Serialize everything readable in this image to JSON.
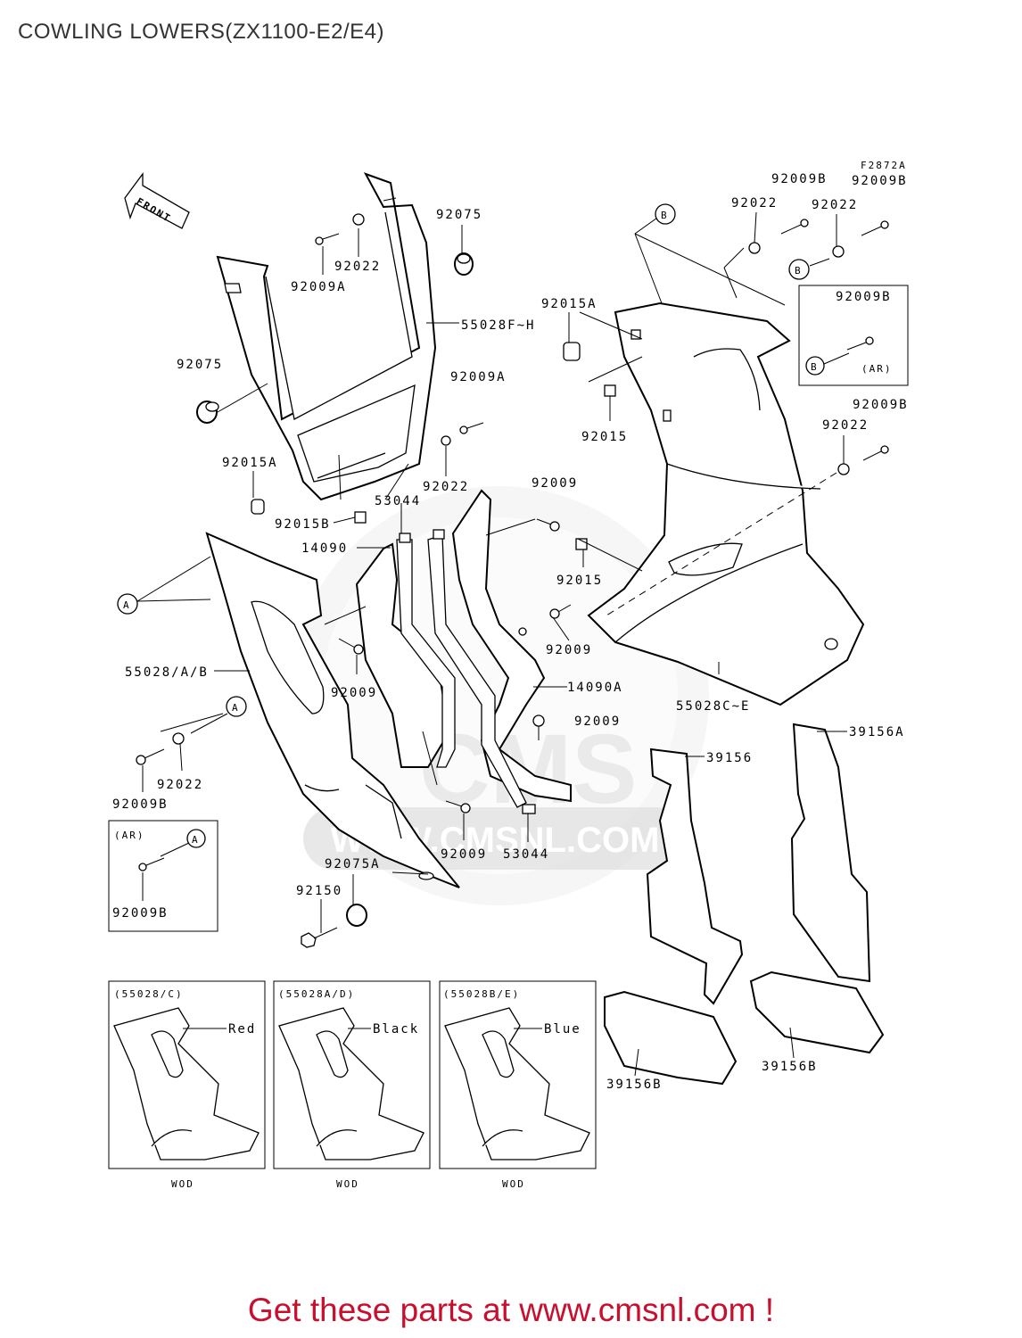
{
  "page": {
    "title": "COWLING LOWERS(ZX1100-E2/E4)",
    "footer": "Get these parts at www.cmsnl.com !"
  },
  "diagram": {
    "figure_code": "F2872A",
    "front_arrow": "FRONT",
    "watermark": "WWW.CMSNL.COM",
    "watermark_logo": "CMS",
    "part_labels": {
      "p92075_top": "92075",
      "p92022_top": "92022",
      "p92009A_top": "92009A",
      "p55028FH": "55028F~H",
      "p92075_left": "92075",
      "p92009A_mid": "92009A",
      "p92022_mid": "92022",
      "p92015A_left": "92015A",
      "p92015B": "92015B",
      "p53044_top": "53044",
      "p14090": "14090",
      "p92009_mid": "92009",
      "p92015_mid": "92015",
      "p92015A_right": "92015A",
      "p92015_right": "92015",
      "p92009_right": "92009",
      "p55028AB": "55028/A/B",
      "p92009_left": "92009",
      "p14090A": "14090A",
      "p92009_low": "92009",
      "p55028CE": "55028C~E",
      "p92022_left": "92022",
      "p92009B_left": "92009B",
      "p92009B_ar_left": "92009B",
      "p92009_bottom": "92009",
      "p53044_bottom": "53044",
      "p92075A": "92075A",
      "p92150": "92150",
      "p39156": "39156",
      "p39156A": "39156A",
      "p39156B_left": "39156B",
      "p39156B_right": "39156B",
      "p92022_tr1": "92022",
      "p92009B_tr1": "92009B",
      "p92022_tr2": "92022",
      "p92009B_tr2": "92009B",
      "p92009B_ar_right": "92009B",
      "p92022_r": "92022",
      "p92009B_r": "92009B"
    },
    "ref_markers": {
      "a": "A",
      "b": "B"
    },
    "ar_label": "(AR)",
    "variants": [
      {
        "code": "(55028/C)",
        "color": "Red",
        "note": "WOD"
      },
      {
        "code": "(55028A/D)",
        "color": "Black",
        "note": "WOD"
      },
      {
        "code": "(55028B/E)",
        "color": "Blue",
        "note": "WOD"
      }
    ]
  }
}
